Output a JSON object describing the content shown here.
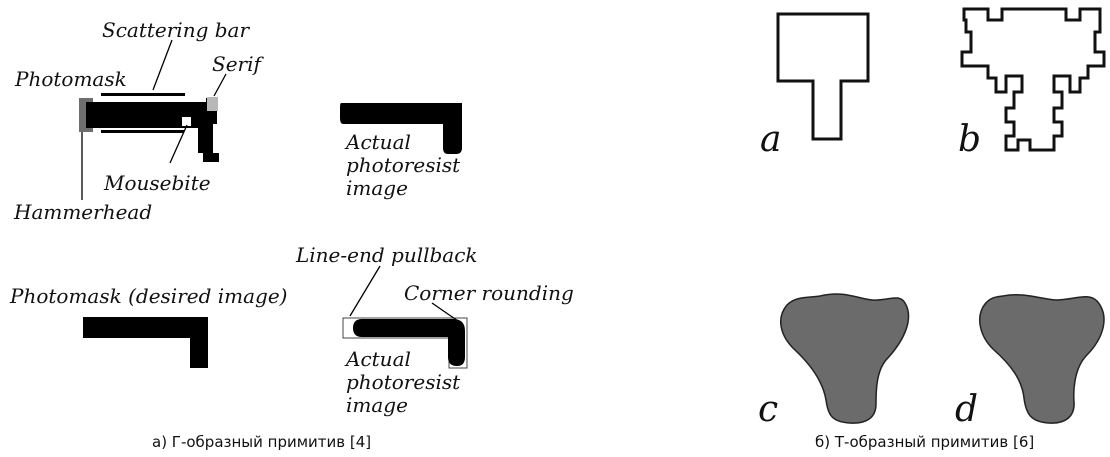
{
  "panel_a": {
    "labels": {
      "scattering_bar": "Scattering bar",
      "photomask": "Photomask",
      "serif": "Serif",
      "mousebite": "Mousebite",
      "hammerhead": "Hammerhead",
      "actual_image_top": [
        "Actual",
        "photoresist",
        "image"
      ],
      "line_end_pullback": "Line-end pullback",
      "desired_image": "Photomask (desired image)",
      "corner_rounding": "Corner rounding",
      "actual_image_bottom": [
        "Actual",
        "photoresist",
        "image"
      ]
    },
    "caption": "а) Г-образный примитив [4]"
  },
  "panel_b": {
    "letters": {
      "a": "a",
      "b": "b",
      "c": "c",
      "d": "d"
    },
    "caption": "б) Т-образный примитив [6]"
  },
  "colors": {
    "feature": "#000000",
    "serif": "#b8b8b8",
    "hammerhead": "#6e6e6e",
    "resist": "#6b6b6b"
  }
}
